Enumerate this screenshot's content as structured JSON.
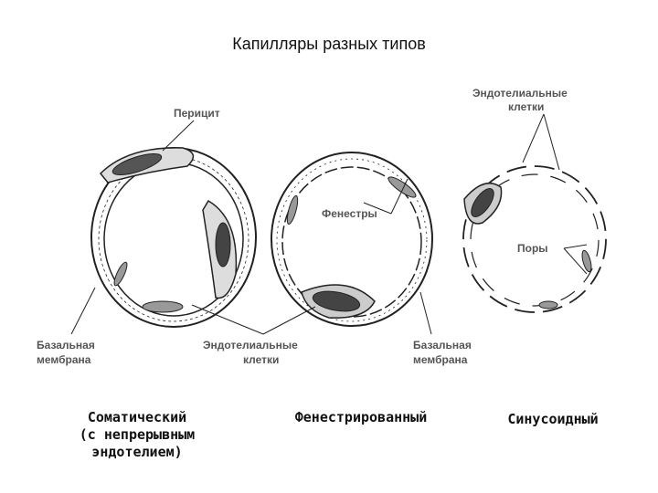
{
  "title": "Капилляры разных типов",
  "labels": {
    "pericyte": "Перицит",
    "endothelial_top_1": "Эндотелиальные",
    "endothelial_top_2": "клетки",
    "fenestrae": "Фенестры",
    "pores": "Поры",
    "basal_left_1": "Базальная",
    "basal_left_2": "мембрана",
    "endothelial_mid_1": "Эндотелиальные",
    "endothelial_mid_2": "клетки",
    "basal_right_1": "Базальная",
    "basal_right_2": "мембрана"
  },
  "captions": {
    "somatic_1": "Соматический",
    "somatic_2": "(с непрерывным",
    "somatic_3": "эндотелием)",
    "fenestrated": "Фенестрированный",
    "sinusoid": "Синусоидный"
  },
  "colors": {
    "line": "#222222",
    "nucleus": "#333333",
    "label": "#555555"
  }
}
